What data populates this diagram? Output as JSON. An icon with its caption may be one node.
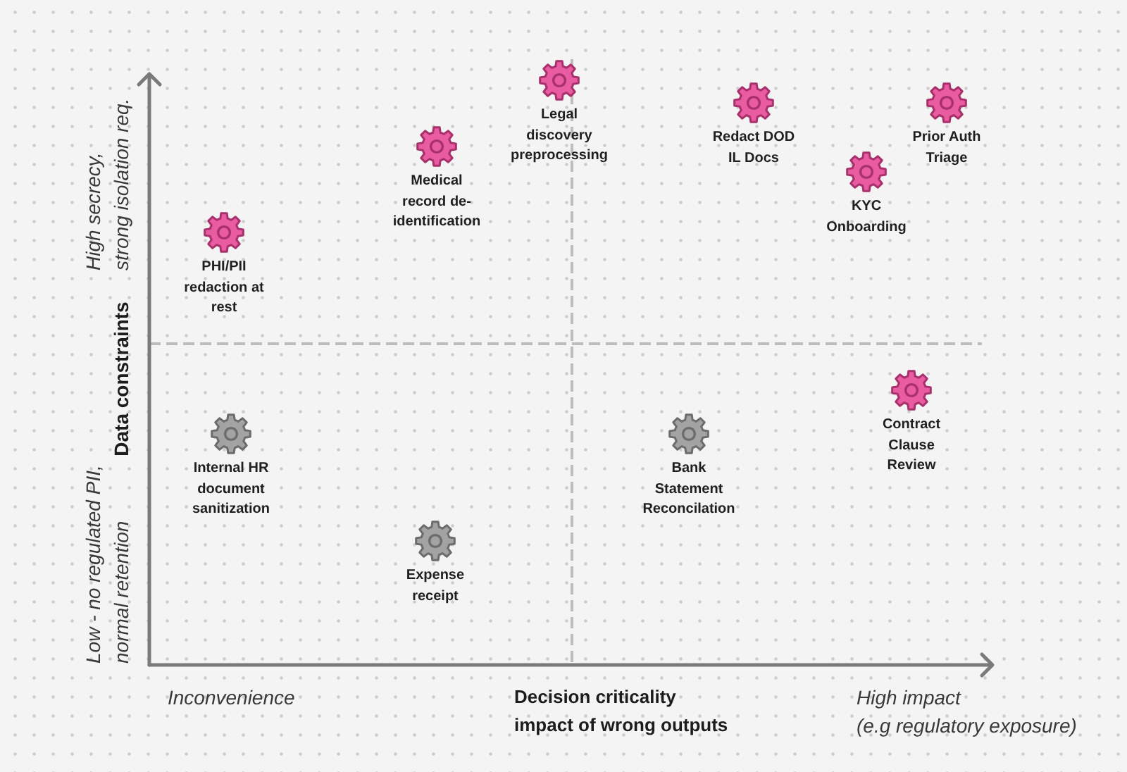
{
  "diagram": {
    "nodes": [
      {
        "text": [
          "Legal discovery preprocessing"
        ]
      },
      {
        "text": [
          "Redact DOD IL Docs"
        ]
      },
      {
        "text": [
          "Prior Auth Triage"
        ]
      },
      {
        "text": [
          "Medical record de-identification"
        ]
      },
      {
        "text": [
          "KYC Onboarding"
        ]
      },
      {
        "text": [
          "PHI/PII redaction at rest"
        ]
      },
      {
        "text": [
          "Contract Clause Review"
        ]
      },
      {
        "text": [
          "Internal HR document sanitization"
        ]
      },
      {
        "text": [
          "Bank Statement Reconcilation"
        ]
      },
      {
        "text": [
          "Expense receipt"
        ]
      }
    ],
    "labels": [
      "High secrecy, strong isolation req.",
      "Data constraints",
      "Low - no regulated PII, normal retention",
      "Inconvenience",
      "Decision criticality impact of wrong outputs",
      "High impact",
      "(e.g regulatory exposure)"
    ]
  }
}
